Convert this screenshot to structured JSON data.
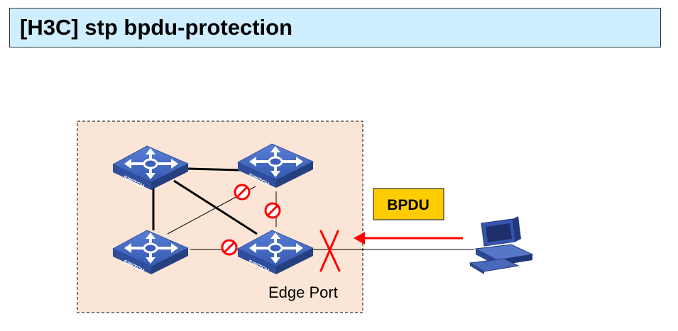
{
  "header": {
    "command": "[H3C] stp bpdu-protection",
    "background_color": "#cfeeff"
  },
  "diagram": {
    "domain_fill_color": "#fbe5d6",
    "switch_label": "SWITCH",
    "switch_icon": "network-switch-icon",
    "pc_icon": "desktop-computer-icon",
    "blocked_port_icon": "prohibited-icon",
    "blocked_port_color": "#ff0000",
    "edge_port_label": "Edge Port",
    "bpdu_label": "BPDU",
    "bpdu_badge_color": "#ffcc00",
    "drop_marker_color": "#ff0000",
    "arrow_color": "#ff0000"
  }
}
